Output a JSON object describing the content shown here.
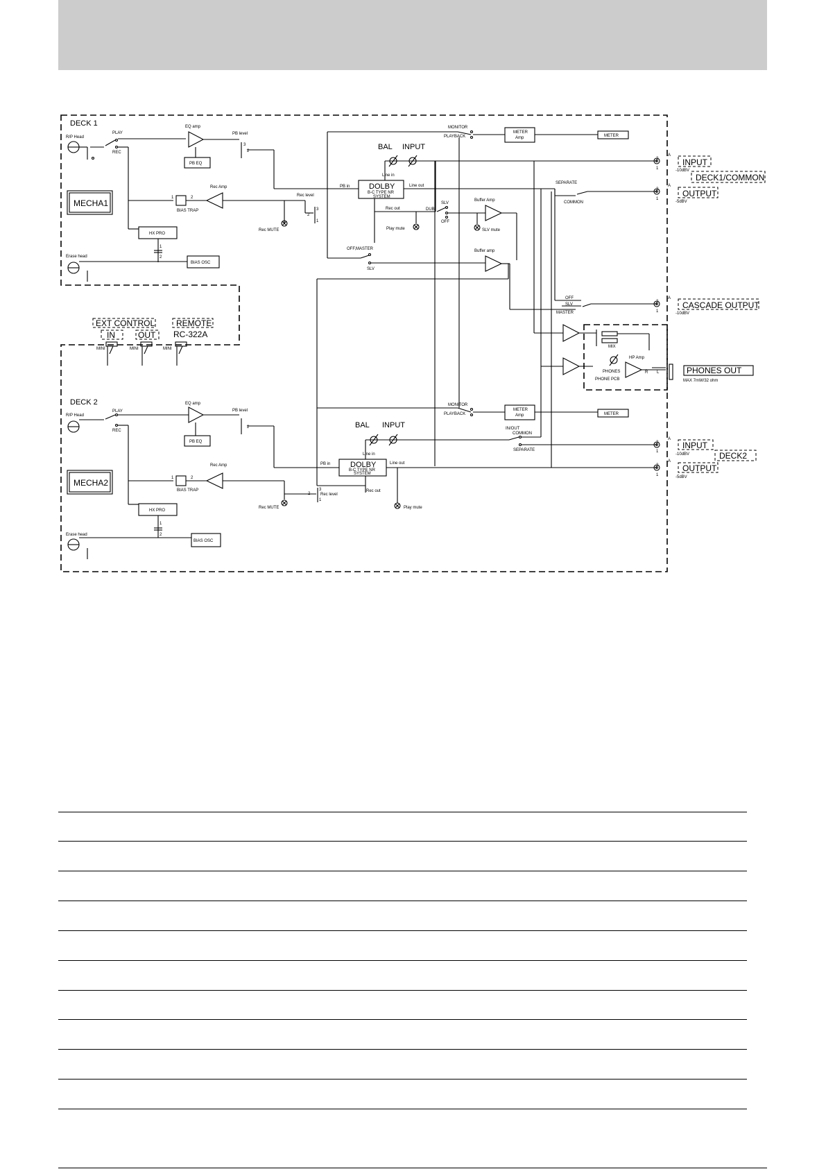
{
  "decks": [
    {
      "title": "DECK 1",
      "mecha": "MECHA1",
      "rp_head": "R/P Head",
      "play": "PLAY",
      "rec": "REC",
      "eq_amp": "EQ amp",
      "pb_eq": "PB EQ",
      "pb_level": "PB level",
      "rec_amp": "Rec Amp",
      "bias_trap": "BIAS TRAP",
      "hx_pro": "HX PRO",
      "erase_head": "Erase head",
      "bias_osc": "BIAS OSC",
      "rec_level": "Rec level",
      "rec_mute": "Rec MUTE",
      "pb_in": "PB in",
      "line_in": "Line in",
      "line_out": "Line out",
      "rec_out": "Rec out",
      "play_mute": "Play mute",
      "dolby": "DOLBY",
      "dolby_sub1": "B-C TYPE NR",
      "dolby_sub2": "SYSTEM",
      "bal": "BAL",
      "input": "INPUT",
      "monitor": "MONITOR",
      "playback": "PLAYBACK",
      "meter_amp_1": "METER",
      "meter_amp_2": "Amp",
      "meter": "METER"
    },
    {
      "title": "DECK 2",
      "mecha": "MECHA2",
      "rp_head": "R/P Head",
      "play": "PLAY",
      "rec": "REC",
      "eq_amp": "EQ amp",
      "pb_eq": "PB EQ",
      "pb_level": "PB level",
      "rec_amp": "Rec Amp",
      "bias_trap": "BIAS TRAP",
      "hx_pro": "HX PRO",
      "erase_head": "Erase head",
      "bias_osc": "BIAS OSC",
      "rec_level": "Rec level",
      "rec_mute": "Rec MUTE",
      "pb_in": "PB in",
      "line_in": "Line in",
      "line_out": "Line out",
      "rec_out": "Rec out",
      "play_mute": "Play mute",
      "dolby": "DOLBY",
      "dolby_sub1": "B-C TYPE NR",
      "dolby_sub2": "SYSTEM",
      "bal": "BAL",
      "input": "INPUT",
      "monitor": "MONITOR",
      "playback": "PLAYBACK",
      "meter_amp_1": "METER",
      "meter_amp_2": "Amp",
      "meter": "METER"
    }
  ],
  "routing": {
    "slv": "SLV",
    "dub": "DUB",
    "off": "OFF",
    "buffer_amp": "Buffer Amp",
    "slv_mute": "SLV mute",
    "buffer_amp_2": "Buffer amp",
    "off_master": "OFF,MASTER",
    "slv_2": "SLV",
    "separate": "SEPARATE",
    "common": "COMMON",
    "cascade_off": "OFF",
    "cascade_slv": "SLV",
    "cascade_master": "MASTER",
    "in_out_common_1": "IN/OUT",
    "in_out_common_2": "COMMON",
    "separate_2": "SEPARATE"
  },
  "control": {
    "ext_control": "EXT CONTROL",
    "in": "IN",
    "out": "OUT",
    "remote": "REMOTE",
    "remote_model": "RC-322A",
    "mini": "MINI",
    "pin_1": "1",
    "pin_2": "2",
    "pin_3": "3"
  },
  "phones": {
    "mix": "MIX",
    "hp_amp": "HP Amp",
    "phones": "PHONES",
    "phone_pcb": "PHONE PCB",
    "r": "R",
    "l": "L",
    "label": "PHONES OUT",
    "spec": "MAX 7mW/32 ohm"
  },
  "connectors": [
    {
      "label": "INPUT",
      "level": "-10dBV"
    },
    {
      "label": "OUTPUT",
      "level": "-5dBV"
    },
    {
      "label": "CASCADE OUTPUT",
      "level": "-10dBV"
    },
    {
      "label": "INPUT",
      "level": "-10dBV"
    },
    {
      "label": "OUTPUT",
      "level": "-5dBV"
    }
  ],
  "group_labels": {
    "deck1_common": "DECK1/COMMON",
    "deck2": "DECK2"
  },
  "pins": {
    "a": "A",
    "one": "1",
    "two": "2",
    "three": "3"
  }
}
